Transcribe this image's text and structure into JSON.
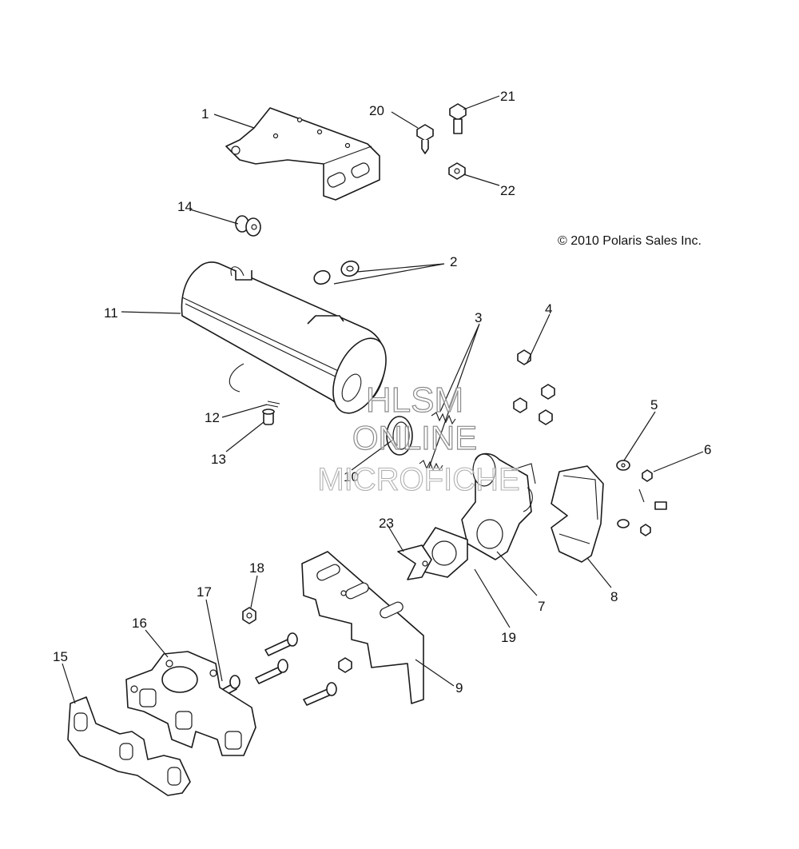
{
  "copyright": "© 2010 Polaris Sales Inc.",
  "watermark": {
    "line1": "HLSM",
    "line2": "ONLINE",
    "line3": "MICROFICHE"
  },
  "callouts": [
    "1",
    "2",
    "3",
    "4",
    "5",
    "6",
    "7",
    "8",
    "9",
    "10",
    "11",
    "12",
    "13",
    "14",
    "15",
    "16",
    "17",
    "18",
    "19",
    "20",
    "21",
    "22",
    "23"
  ]
}
